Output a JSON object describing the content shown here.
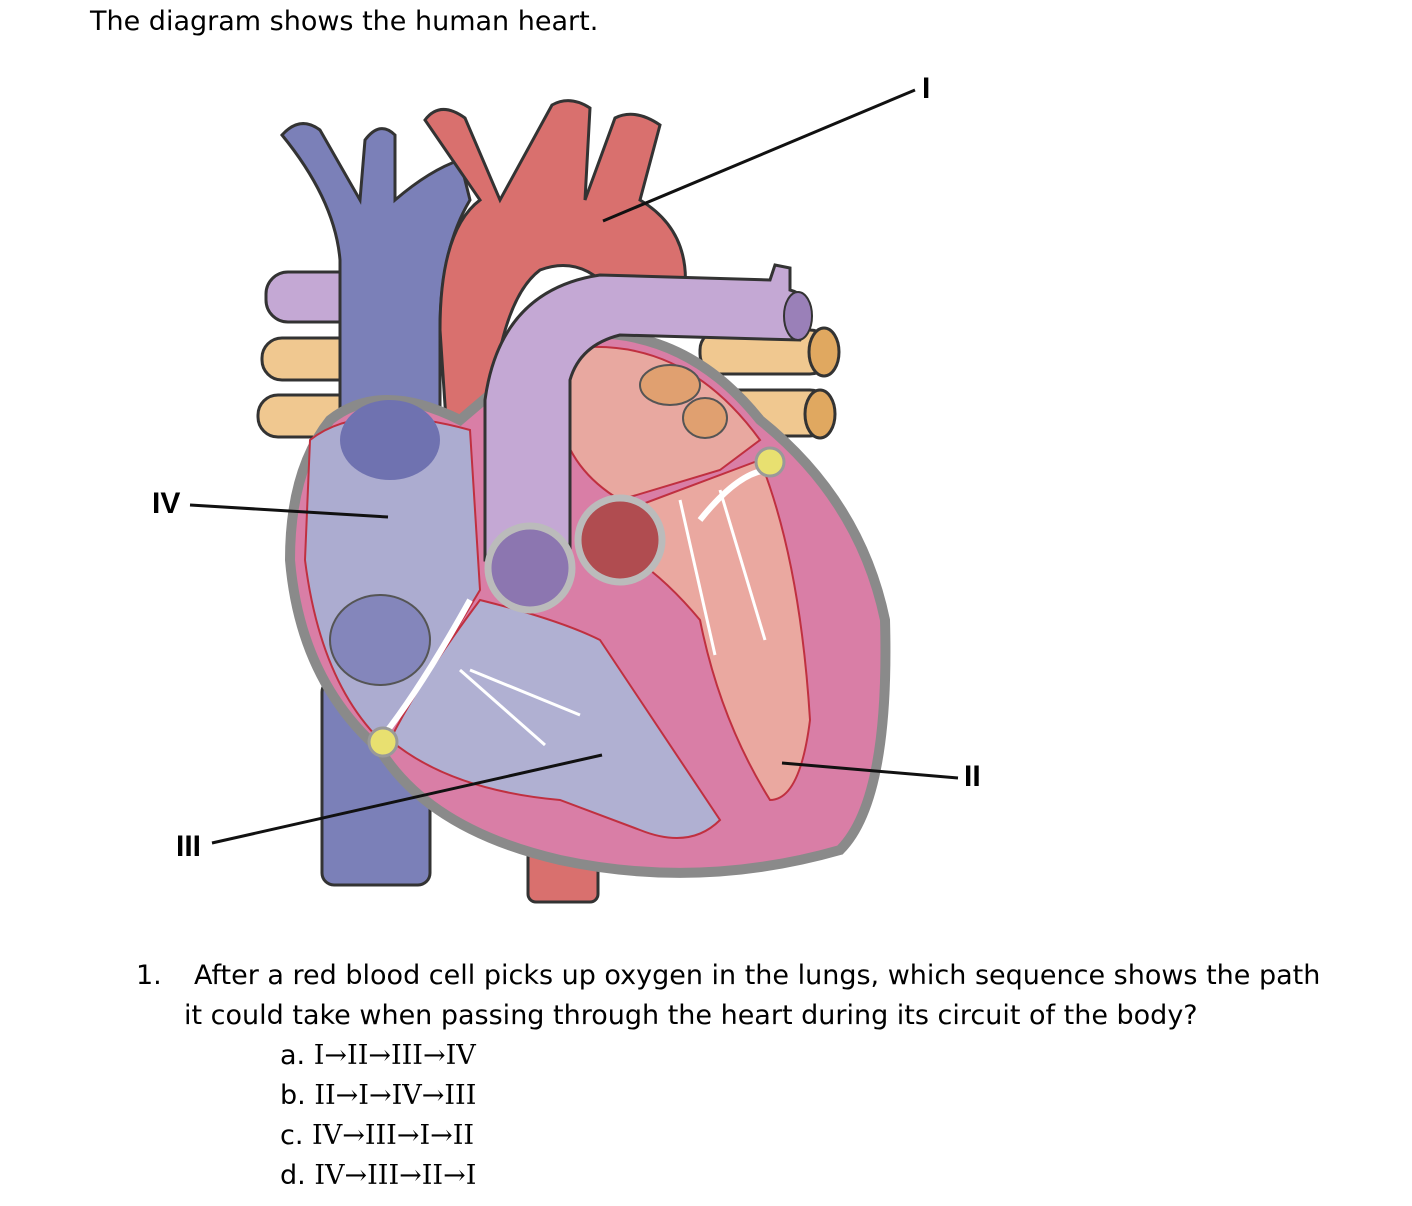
{
  "intro": "The diagram shows the human heart.",
  "diagram": {
    "labels": {
      "I": "I",
      "II": "II",
      "III": "III",
      "IV": "IV"
    },
    "colors": {
      "vein_blue": "#7b80b8",
      "artery_red": "#d9706e",
      "pulmonary_purple": "#b7a0c8",
      "lung_vessel_tan": "#f0c890",
      "ventricle_pink": "#d97ea6",
      "outline_gray": "#9a9a9a"
    }
  },
  "question": {
    "number": "1.",
    "line1": "After a red blood cell picks up oxygen in the lungs, which sequence shows the path",
    "line2": "it could take when passing through the heart during its circuit of the body?",
    "choices": [
      {
        "letter": "a.",
        "sequence": "I→II→III→IV"
      },
      {
        "letter": "b.",
        "sequence": "II→I→IV→III"
      },
      {
        "letter": "c.",
        "sequence": "IV→III→I→II"
      },
      {
        "letter": "d.",
        "sequence": "IV→III→II→I"
      }
    ]
  }
}
